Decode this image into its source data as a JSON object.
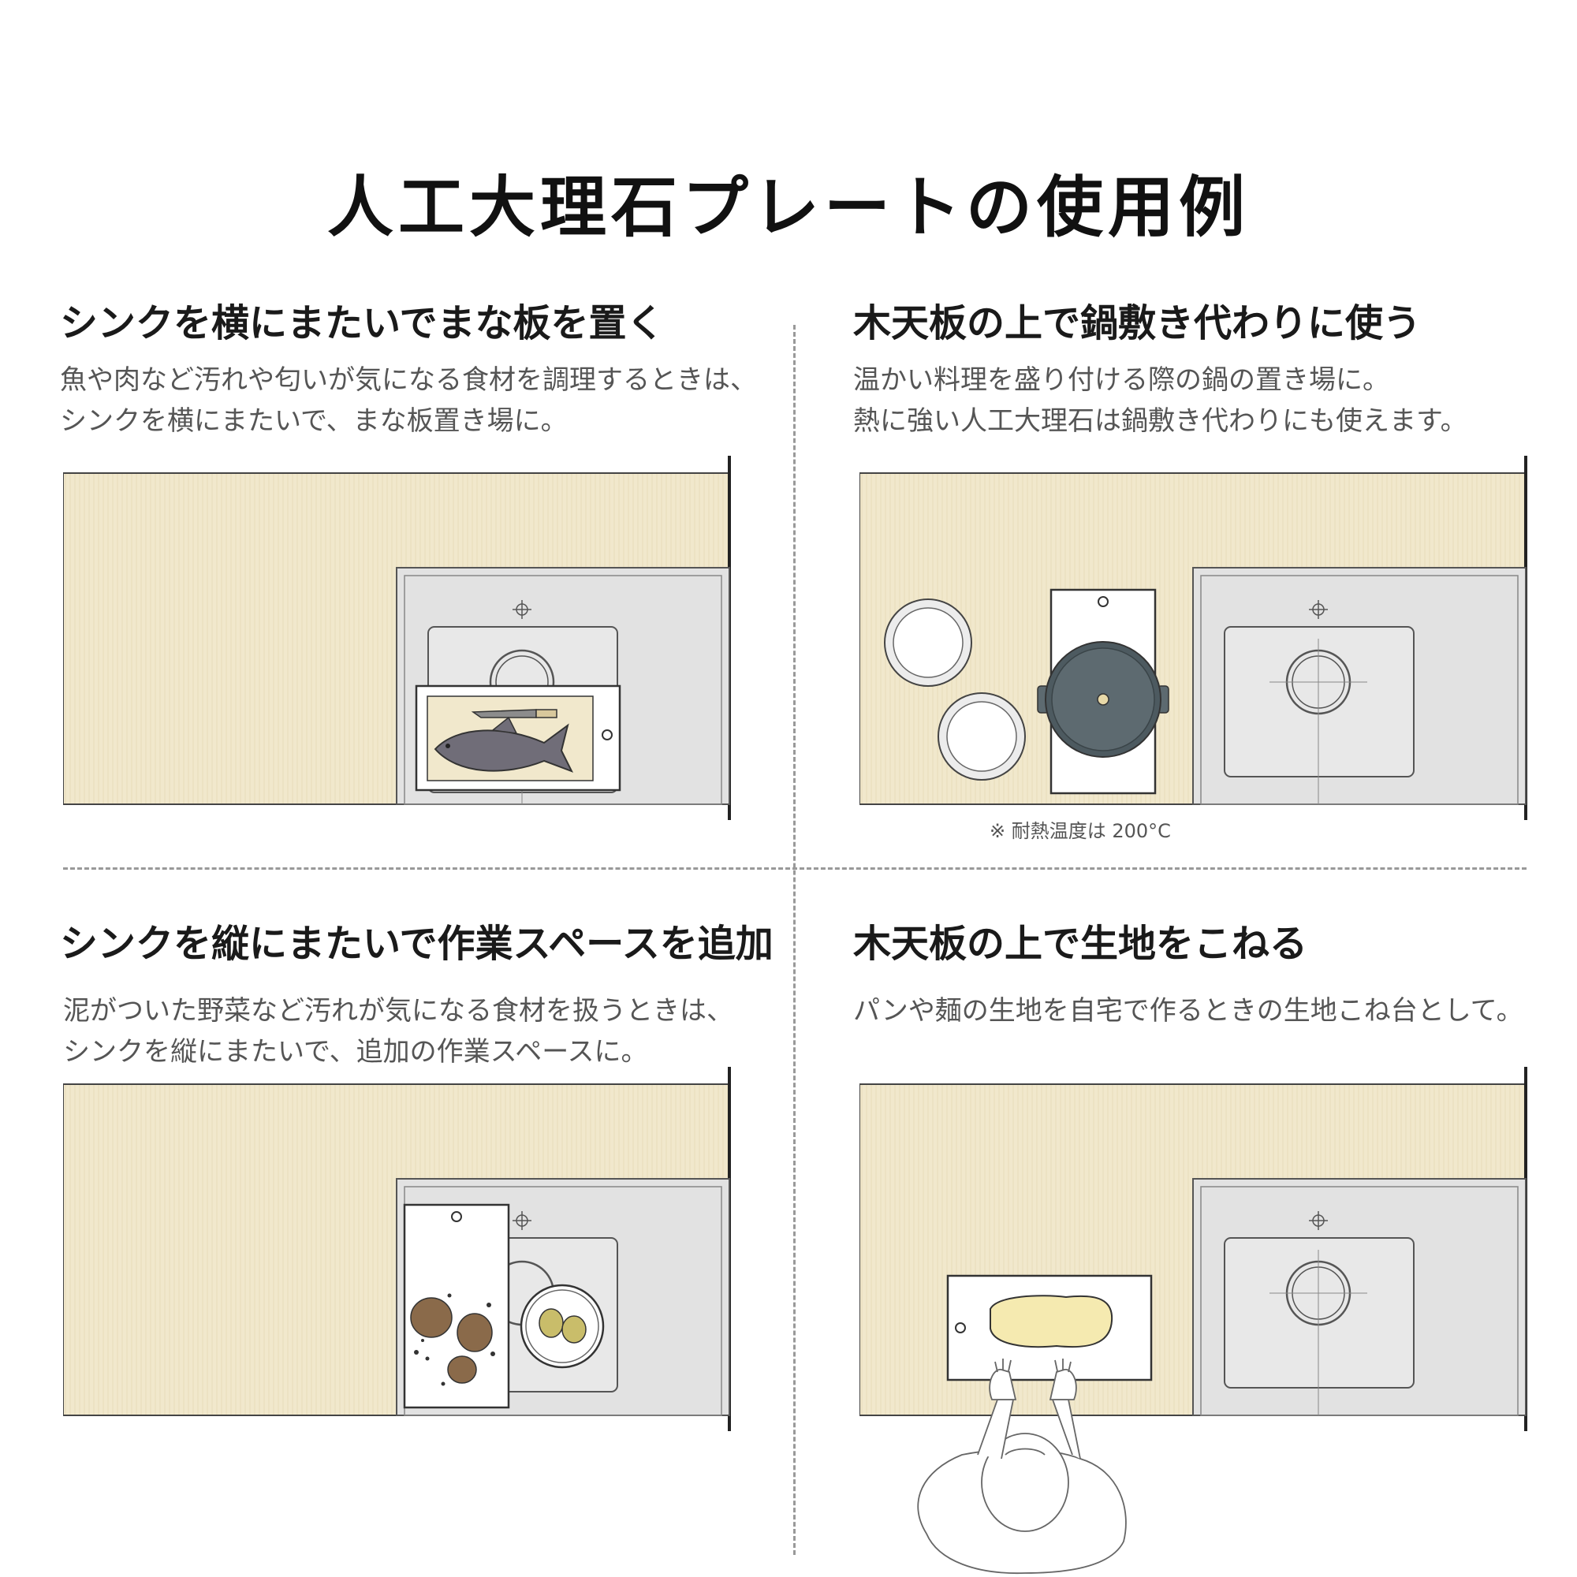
{
  "title": "人工大理石プレートの使用例",
  "panels": [
    {
      "heading": "シンクを横にまたいでまな板を置く",
      "desc_lines": [
        "魚や肉など汚れや匂いが気になる食材を調理するときは、",
        "シンクを横にまたいで、まな板置き場に。"
      ]
    },
    {
      "heading": "木天板の上で鍋敷き代わりに使う",
      "desc_lines": [
        "温かい料理を盛り付ける際の鍋の置き場に。",
        "熱に強い人工大理石は鍋敷き代わりにも使えます。"
      ],
      "note": "※ 耐熱温度は 200°C"
    },
    {
      "heading": "シンクを縦にまたいで作業スペースを追加",
      "desc_lines": [
        "泥がついた野菜など汚れが気になる食材を扱うときは、",
        "シンクを縦にまたいで、追加の作業スペースに。"
      ]
    },
    {
      "heading": "木天板の上で生地をこねる",
      "desc_lines": [
        "パンや麺の生地を自宅で作るときの生地こね台として。"
      ]
    }
  ],
  "colors": {
    "wood": "#f1e8cc",
    "sink": "#e2e2e2",
    "fish": "#706d78",
    "pot": "#5d6a70",
    "dough": "#f5eab0",
    "potato": "#8a6a4a"
  }
}
